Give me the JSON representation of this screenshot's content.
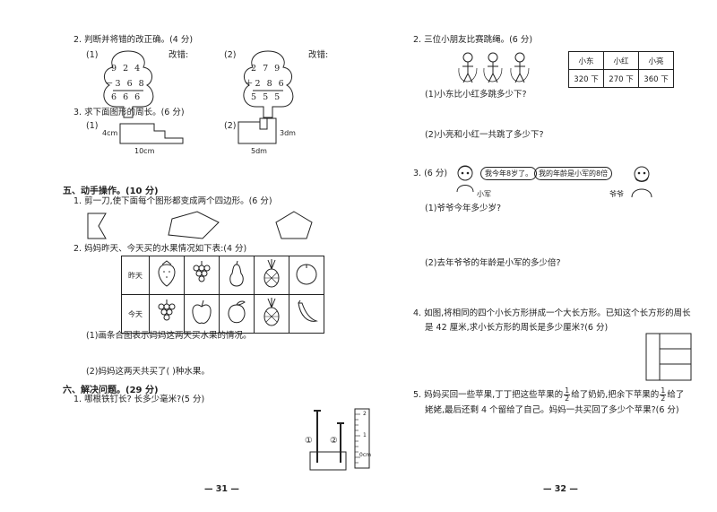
{
  "left": {
    "q2": {
      "title": "2. 判断并将错的改正确。(4 分)",
      "p1": {
        "label": "(1)",
        "correct": "改错:",
        "l1": "9 2 4",
        "l2": "－3 6 8",
        "l3": "6 6 6"
      },
      "p2": {
        "label": "(2)",
        "correct": "改错:",
        "l1": "2 7 9",
        "l2": "＋2 8 6",
        "l3": "5 5 5"
      }
    },
    "q3": {
      "title": "3. 求下面图形的周长。(6 分)",
      "f1": {
        "label": "(1)",
        "side": "4cm",
        "bottom": "10cm"
      },
      "f2": {
        "label": "(2)",
        "side": "3dm",
        "bottom": "5dm"
      }
    },
    "sec5": {
      "title": "五、动手操作。(10 分)",
      "q1": "1. 剪一刀,使下面每个图形都变成两个四边形。(6 分)",
      "q2": "2. 妈妈昨天、今天买的水果情况如下表:(4 分)",
      "row1": "昨天",
      "row2": "今天",
      "sub1": "(1)画条合图表示妈妈这两天买水果的情况。",
      "sub2": "(2)妈妈这两天共买了(        )种水果。"
    },
    "sec6": {
      "title": "六、解决问题。(29 分)",
      "q1": "1. 哪根铁钉长? 长多少毫米?(5 分)",
      "nail1": "①",
      "nail2": "②",
      "ruler": [
        "0cm",
        "1",
        "2"
      ]
    },
    "page": "— 31 —"
  },
  "right": {
    "q2": {
      "title": "2. 三位小朋友比赛跳绳。(6 分)",
      "headers": [
        "小东",
        "小红",
        "小亮"
      ],
      "values": [
        "320 下",
        "270 下",
        "360 下"
      ],
      "s1": "(1)小东比小红多跳多少下?",
      "s2": "(2)小亮和小红一共跳了多少下?"
    },
    "q3": {
      "title": "3. (6 分)",
      "bubble1": "我今年8岁了。",
      "bubble2": "我的年龄是小军的8倍",
      "name1": "小军",
      "name2": "爷爷",
      "s1": "(1)爷爷今年多少岁?",
      "s2": "(2)去年爷爷的年龄是小军的多少倍?"
    },
    "q4": {
      "line1": "4. 如图,将相同的四个小长方形拼成一个大长方形。已知这个长方形的周长",
      "line2": "是 42 厘米,求小长方形的周长是多少厘米?(6 分)"
    },
    "q5": {
      "a": "5. 妈妈买回一些苹果,丁丁把这些苹果的",
      "b": "给了奶奶,把余下苹果的",
      "c": "给了",
      "line2": "姥姥,最后还剩 4 个留给了自己。妈妈一共买回了多少个苹果?(6 分)",
      "num": "1",
      "den": "2"
    },
    "page": "— 32 —"
  }
}
